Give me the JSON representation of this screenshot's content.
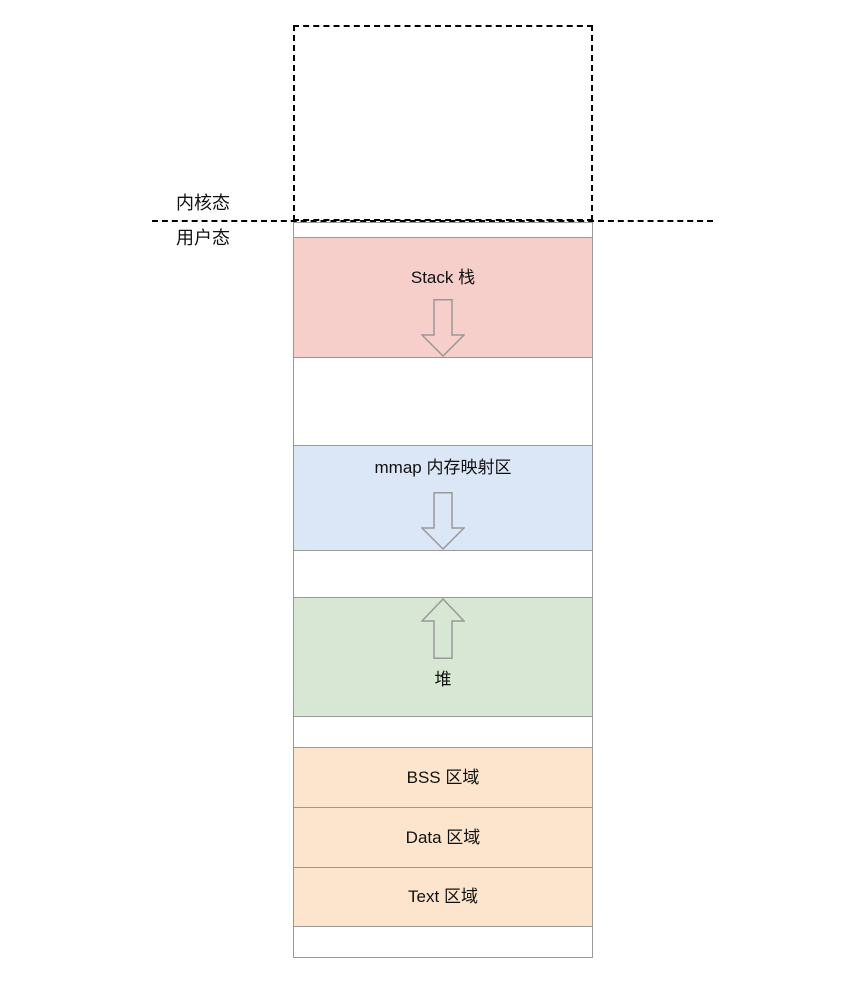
{
  "diagram": {
    "mode_labels": {
      "kernel": "内核态",
      "user": "用户态"
    },
    "segments": {
      "stack": {
        "label": "Stack 栈",
        "arrow": "down",
        "fill": "#f6cfca"
      },
      "mmap": {
        "label": "mmap 内存映射区",
        "arrow": "down",
        "fill": "#dbe7f6"
      },
      "heap": {
        "label": "堆",
        "arrow": "up",
        "fill": "#d7e7d4"
      },
      "bss": {
        "label": "BSS 区域",
        "fill": "#fce5cc"
      },
      "data": {
        "label": "Data 区域",
        "fill": "#fce5cc"
      },
      "text": {
        "label": "Text 区域",
        "fill": "#fce5cc"
      }
    },
    "colors": {
      "segment_border": "#999999",
      "arrow_stroke": "#999999",
      "divider": "#000000",
      "text": "#111111",
      "background": "#ffffff"
    }
  }
}
